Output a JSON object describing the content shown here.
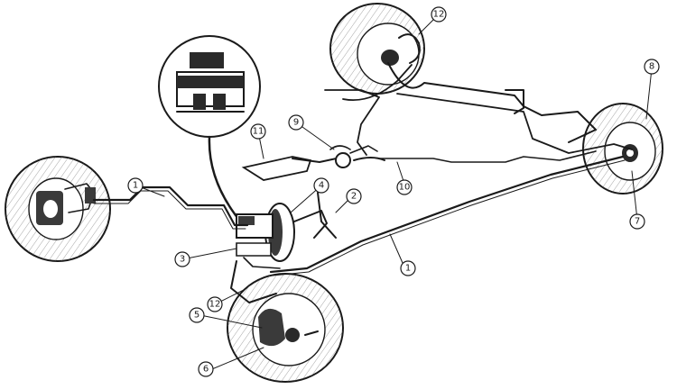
{
  "callouts": [
    {
      "id": "c1a",
      "text": "1"
    },
    {
      "id": "c1b",
      "text": "1"
    },
    {
      "id": "c2",
      "text": "2"
    },
    {
      "id": "c3",
      "text": "3"
    },
    {
      "id": "c4",
      "text": "4"
    },
    {
      "id": "c5",
      "text": "5"
    },
    {
      "id": "c6",
      "text": "6"
    },
    {
      "id": "c7",
      "text": "7"
    },
    {
      "id": "c8",
      "text": "8"
    },
    {
      "id": "c9",
      "text": "9"
    },
    {
      "id": "c10",
      "text": "10"
    },
    {
      "id": "c11",
      "text": "11"
    },
    {
      "id": "c12a",
      "text": "12"
    },
    {
      "id": "c12b",
      "text": "12"
    }
  ]
}
